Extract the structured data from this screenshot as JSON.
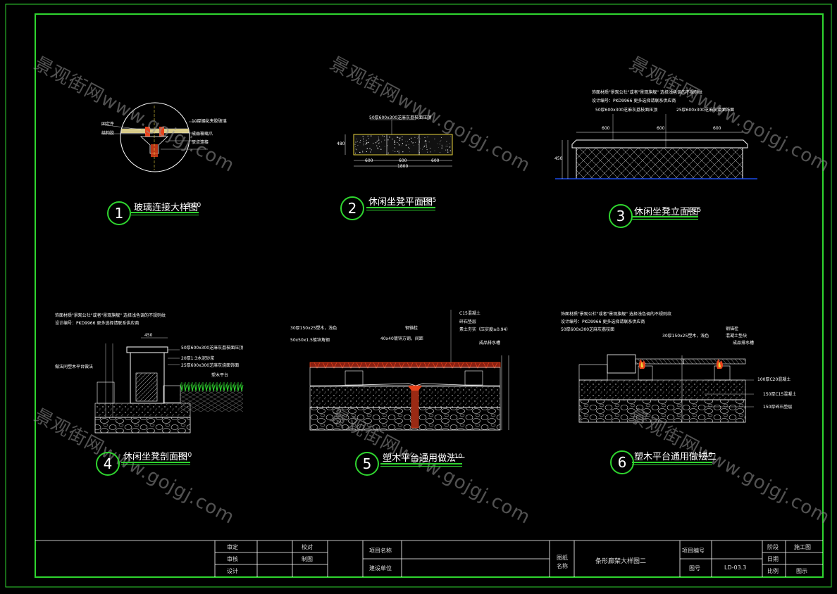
{
  "watermark": {
    "cn": "景观街网",
    "url": "www.gojgj.com"
  },
  "details": [
    {
      "num": "1",
      "title": "玻璃连接大样图",
      "scale": "1:10"
    },
    {
      "num": "2",
      "title": "休闲坐凳平面图",
      "scale": "1:25"
    },
    {
      "num": "3",
      "title": "休闲坐凳立面图",
      "scale": "1:15"
    },
    {
      "num": "4",
      "title": "休闲坐凳剖面图",
      "scale": "1:20"
    },
    {
      "num": "5",
      "title": "塑木平台通用做法一",
      "scale": "1:10"
    },
    {
      "num": "6",
      "title": "塑木平台通用做法二",
      "scale": "1:10"
    }
  ],
  "notes": {
    "d1": [
      "10厚钢化夹胶玻璃",
      "固定件",
      "结构胶",
      "成品玻璃爪",
      "驳点连接"
    ],
    "d2": [
      "50厚600x300芝麻灰荔枝面压顶",
      "480",
      "600",
      "600",
      "600",
      "1800"
    ],
    "d3": [
      "饰面材质\"景观公社\"或者\"景观旗舰\" 选择浅色调的不规则纹",
      "设计编号：PKD9966  更多选择请联系供应商",
      "50厚600x300芝麻灰荔枝面压顶",
      "25厚600x300芝麻灰烧面饰面",
      "450",
      "600",
      "600",
      "600"
    ],
    "d4": [
      "饰面材质\"景观公社\"或者\"景观旗舰\" 选择浅色调的不规则纹",
      "设计编号：PKD9966  更多选择请联系供应商",
      "50厚600x300芝麻灰荔枝面压顶",
      "20厚1:3水泥砂浆",
      "25厚600x300芝麻灰烧面饰面",
      "塑木平台",
      "做法同塑木平台做法",
      "450"
    ],
    "d5": [
      "30厚150x25塑木，浅色",
      "50x50x1.5镀锌角钢",
      "40x40镀锌方钢，间距",
      "钢锚栓",
      "C15混凝土",
      "碎石垫层",
      "素土夯实（压实度≥0.94）",
      "成品排水槽"
    ],
    "d6": [
      "饰面材质\"景观公社\"或者\"景观旗舰\" 选择浅色调的不规则纹",
      "设计编号：PKD9966  更多选择请联系供应商",
      "50厚600x300芝麻灰荔枝面",
      "30厚150x25塑木，浅色",
      "钢锚栓",
      "混凝土垫块",
      "成品排水槽",
      "100厚C20混凝土",
      "150厚C15混凝土",
      "150厚碎石垫层"
    ]
  },
  "titleblock": {
    "roles": [
      "审定",
      "审核",
      "设计"
    ],
    "roles2": [
      "校对",
      "制图"
    ],
    "project_label": "项目名称",
    "sub_label": "建设单位",
    "drawing_name_label": "图纸名称",
    "drawing_name": "条形廊架大样图二",
    "project_no_label": "项目编号",
    "drawing_no_label": "图号",
    "drawing_no": "LD-03.3",
    "stage_label": "阶段",
    "stage": "施工图",
    "date_label": "日期",
    "version_label": "比例",
    "version": "图示"
  },
  "colors": {
    "frame": "#2fd52f",
    "cad_line": "#ffffff",
    "accent_red": "#e8431b",
    "accent_yellow": "#e8d23b",
    "accent_blue": "#1b4be8"
  }
}
